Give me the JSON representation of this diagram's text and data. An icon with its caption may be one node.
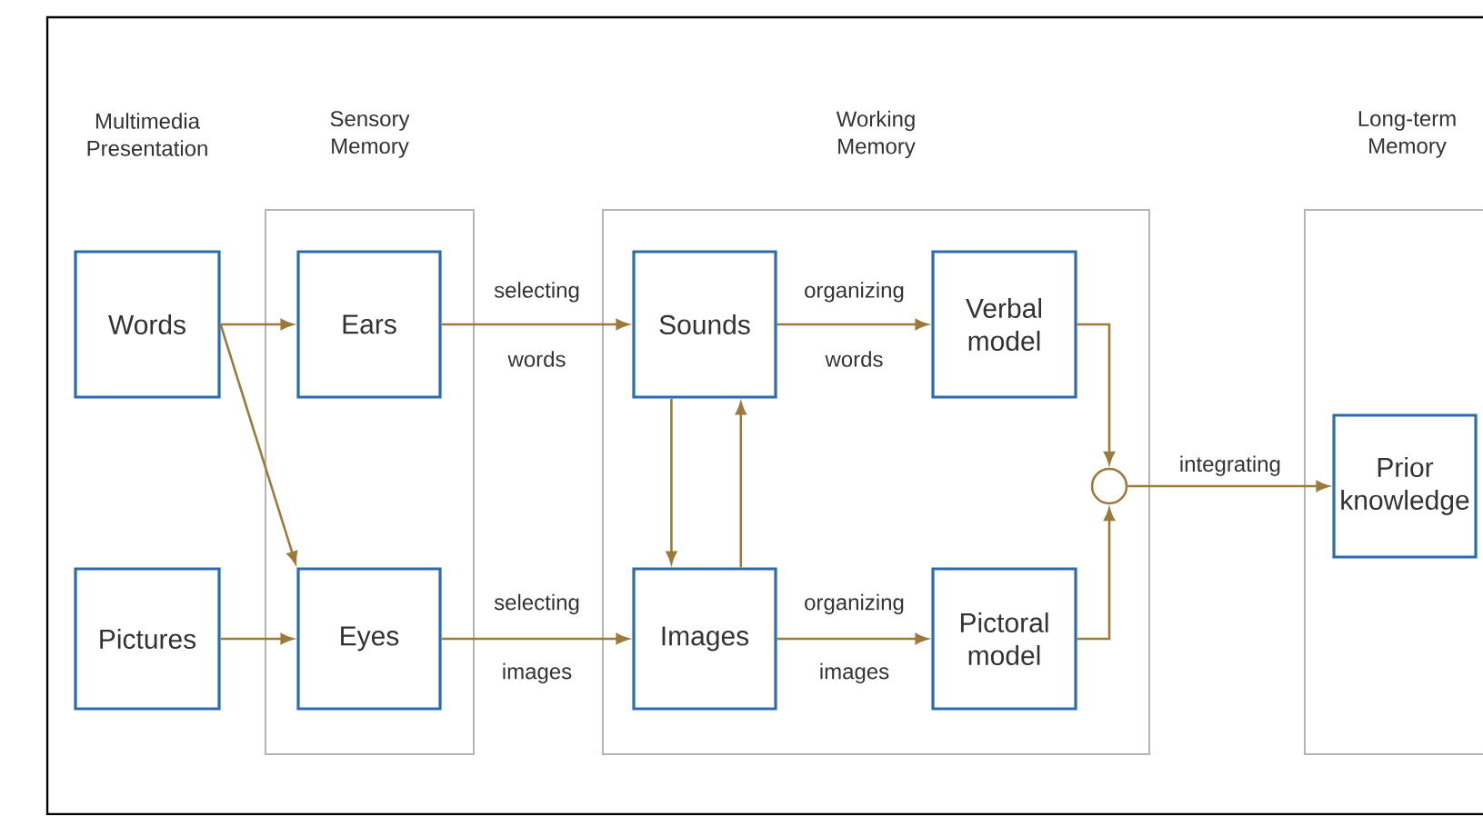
{
  "diagram": {
    "nodes": [
      {
        "text": [
          "Words"
        ]
      },
      {
        "text": [
          "Pictures"
        ]
      },
      {
        "text": [
          "Sensory Memory"
        ]
      },
      {
        "text": [
          "Ears"
        ],
        "in": 2
      },
      {
        "text": [
          "Eyes"
        ],
        "in": 2
      },
      {
        "text": [
          "Working Memory"
        ]
      },
      {
        "text": [
          "Sounds"
        ],
        "in": 5
      },
      {
        "text": [
          "Images"
        ],
        "in": 5
      },
      {
        "text": [
          "Verbal model"
        ],
        "in": 5
      },
      {
        "text": [
          "Pictoral model"
        ],
        "in": 5
      },
      {
        "text": [],
        "shape": "circle",
        "in": 5
      },
      {
        "text": [
          "Long-term Memory"
        ]
      },
      {
        "text": [
          "Prior knowledge"
        ],
        "in": 11
      }
    ],
    "edges": [
      {
        "from": 0,
        "to": 3,
        "arrow": "to"
      },
      {
        "from": 0,
        "to": 4,
        "arrow": "to"
      },
      {
        "from": 1,
        "to": 4,
        "arrow": "to"
      },
      {
        "from": 3,
        "to": 6,
        "arrow": "to",
        "label": "selecting words"
      },
      {
        "from": 4,
        "to": 7,
        "arrow": "to",
        "label": "selecting images"
      },
      {
        "from": 6,
        "to": 7,
        "arrow": "to"
      },
      {
        "from": 7,
        "to": 6,
        "arrow": "to"
      },
      {
        "from": 6,
        "to": 8,
        "arrow": "to",
        "label": "organizing words"
      },
      {
        "from": 7,
        "to": 9,
        "arrow": "to",
        "label": "organizing images"
      },
      {
        "from": 8,
        "to": 10,
        "arrow": "to"
      },
      {
        "from": 9,
        "to": 10,
        "arrow": "to"
      },
      {
        "from": 10,
        "to": 12,
        "arrow": "to",
        "label": "integrating"
      }
    ],
    "labels": [
      "Multimedia Presentation"
    ]
  }
}
